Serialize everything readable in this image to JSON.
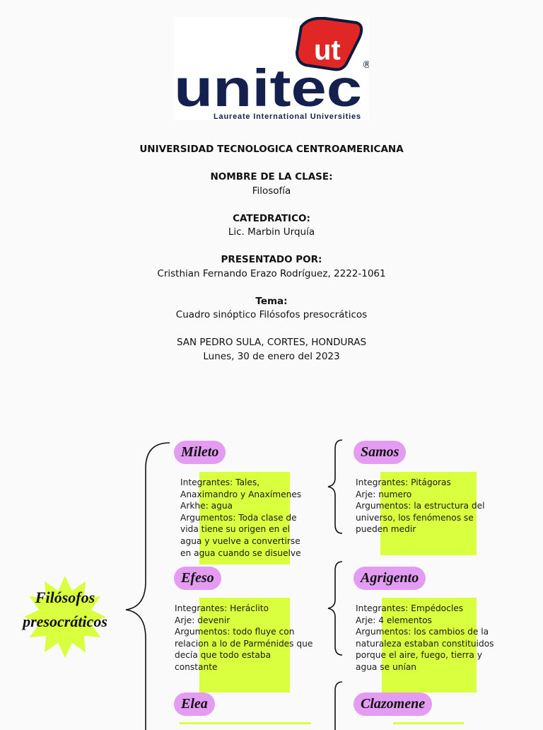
{
  "logo": {
    "badge_text": "ut",
    "wordmark": "unitec",
    "registered": "®",
    "tagline": "Laureate International Universities"
  },
  "cover": {
    "university": "UNIVERSIDAD TECNOLOGICA CENTROAMERICANA",
    "class_label": "NOMBRE DE LA CLASE:",
    "class_value": "Filosofía",
    "teacher_label": "CATEDRATICO:",
    "teacher_value": "Lic. Marbin Urquía",
    "presenter_label": "PRESENTADO POR:",
    "presenter_value": "Cristhian Fernando Erazo Rodríguez, 2222-1061",
    "topic_label": "Tema:",
    "topic_value": "Cuadro sinóptico Filósofos presocráticos",
    "place": "SAN PEDRO SULA, CORTES, HONDURAS",
    "date": "Lunes, 30 de enero del 2023"
  },
  "diagram": {
    "title_lines": [
      "Filósofos",
      "presocráticos"
    ],
    "colors": {
      "pill": "#e39cf1",
      "note": "#d9ff3f",
      "star": "#d9ff3f"
    },
    "schools": [
      {
        "name": "Mileto",
        "lines": [
          "Integrantes: Tales,",
          "Anaximandro y Anaxímenes",
          "Arkhe: agua",
          "Argumentos: Toda clase de",
          "vida tiene su origen en el",
          "agua y vuelve a convertirse",
          "en agua cuando se disuelve"
        ]
      },
      {
        "name": "Samos",
        "lines": [
          "Integrantes: Pitágoras",
          "Arje: numero",
          "Argumentos: la estructura del",
          "universo, los fenómenos se",
          "pueden medir"
        ]
      },
      {
        "name": "Efeso",
        "lines": [
          "Integrantes: Heráclito",
          "Arje: devenir",
          "Argumentos: todo fluye con",
          "relacion a lo de Parménides que",
          "decía que todo estaba",
          "constante"
        ]
      },
      {
        "name": "Agrigento",
        "lines": [
          "Integrantes: Empédocles",
          "Arje: 4 elementos",
          "Argumentos: los cambios de la",
          "naturaleza estaban constituidos",
          "porque el aire, fuego, tierra y",
          "agua se unían"
        ]
      },
      {
        "name": "Elea",
        "lines": []
      },
      {
        "name": "Clazomene",
        "lines": []
      }
    ]
  }
}
